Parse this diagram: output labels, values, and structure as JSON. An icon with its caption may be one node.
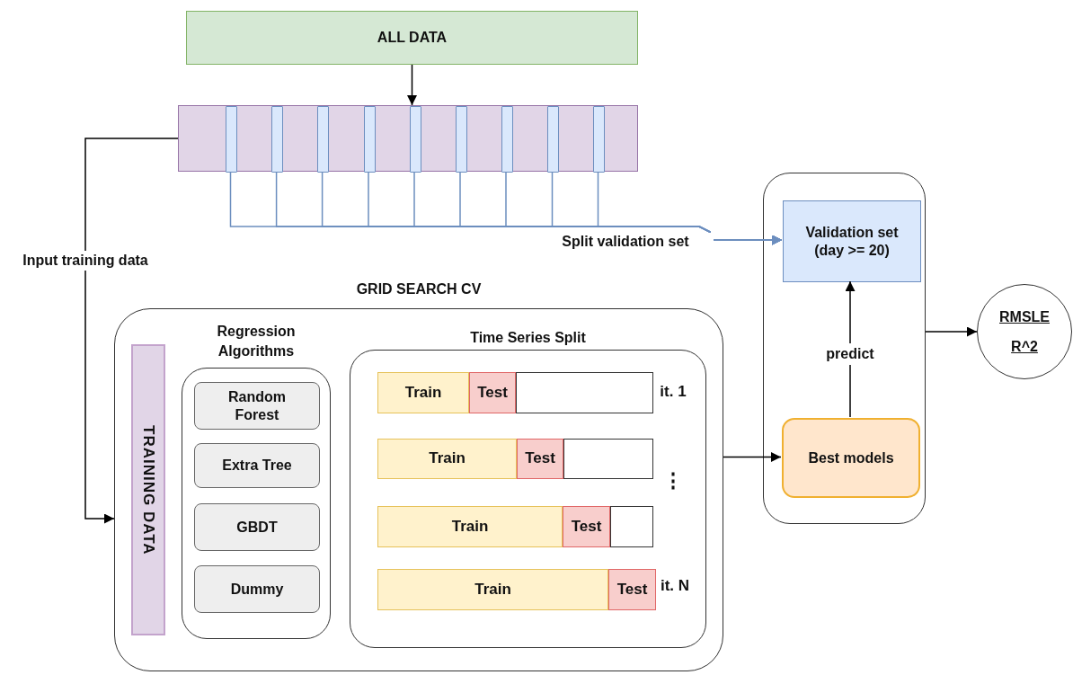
{
  "diagram": {
    "nodes": [
      {
        "text": [
          "ALL DATA"
        ]
      },
      {
        "text": [],
        "shape": "bar"
      },
      {
        "text": [],
        "shape": "box",
        "in": 1
      },
      {
        "text": [],
        "shape": "box",
        "in": 1
      },
      {
        "text": [],
        "shape": "box",
        "in": 1
      },
      {
        "text": [],
        "shape": "box",
        "in": 1
      },
      {
        "text": [],
        "shape": "box",
        "in": 1
      },
      {
        "text": [],
        "shape": "box",
        "in": 1
      },
      {
        "text": [],
        "shape": "box",
        "in": 1
      },
      {
        "text": [],
        "shape": "box",
        "in": 1
      },
      {
        "text": [],
        "shape": "box",
        "in": 1
      },
      {
        "text": [
          "GRID SEARCH CV"
        ]
      },
      {
        "text": [
          "TRAINING DATA"
        ],
        "in": 11
      },
      {
        "text": [
          "Regression Algorithms"
        ],
        "in": 11
      },
      {
        "text": [
          "Random Forest"
        ],
        "in": 13
      },
      {
        "text": [
          "Extra Tree"
        ],
        "in": 13
      },
      {
        "text": [
          "GBDT"
        ],
        "in": 13
      },
      {
        "text": [
          "Dummy"
        ],
        "in": 13
      },
      {
        "text": [
          "Time Series Split"
        ],
        "in": 11
      },
      {
        "text": [
          "Train"
        ],
        "in": 18
      },
      {
        "text": [
          "Test"
        ],
        "in": 18
      },
      {
        "text": [],
        "shape": "box",
        "in": 18
      },
      {
        "text": [
          "Train"
        ],
        "in": 18
      },
      {
        "text": [
          "Test"
        ],
        "in": 18
      },
      {
        "text": [],
        "shape": "box",
        "in": 18
      },
      {
        "text": [
          "Train"
        ],
        "in": 18
      },
      {
        "text": [
          "Test"
        ],
        "in": 18
      },
      {
        "text": [],
        "shape": "box",
        "in": 18
      },
      {
        "text": [
          "Train"
        ],
        "in": 18
      },
      {
        "text": [
          "Test"
        ],
        "in": 18
      },
      {
        "text": [],
        "shape": "box"
      },
      {
        "text": [
          "Validation set (day >= 20)"
        ],
        "in": 30
      },
      {
        "text": [
          "Best models"
        ],
        "in": 30
      },
      {
        "text": [
          "RMSLE",
          "R^2"
        ]
      }
    ],
    "edges": [
      {
        "from": 0,
        "to": 1,
        "arrow": "to",
        "color": "#000000"
      },
      {
        "from": 2,
        "to": 31,
        "arrow": "to",
        "color": "#6c8ebf",
        "label": "Split validation set"
      },
      {
        "from": 3,
        "to": 31,
        "arrow": "to",
        "color": "#6c8ebf"
      },
      {
        "from": 4,
        "to": 31,
        "arrow": "to",
        "color": "#6c8ebf"
      },
      {
        "from": 5,
        "to": 31,
        "arrow": "to",
        "color": "#6c8ebf"
      },
      {
        "from": 6,
        "to": 31,
        "arrow": "to",
        "color": "#6c8ebf"
      },
      {
        "from": 7,
        "to": 31,
        "arrow": "to",
        "color": "#6c8ebf"
      },
      {
        "from": 8,
        "to": 31,
        "arrow": "to",
        "color": "#6c8ebf"
      },
      {
        "from": 9,
        "to": 31,
        "arrow": "to",
        "color": "#6c8ebf"
      },
      {
        "from": 10,
        "to": 31,
        "arrow": "to",
        "color": "#6c8ebf"
      },
      {
        "from": 1,
        "to": 11,
        "arrow": "to",
        "color": "#000000",
        "label": "Input training data"
      },
      {
        "from": 11,
        "to": 32,
        "arrow": "to",
        "color": "#000000"
      },
      {
        "from": 32,
        "to": 31,
        "arrow": "to",
        "color": "#000000",
        "label": "predict"
      },
      {
        "from": 30,
        "to": 33,
        "arrow": "to",
        "color": "#000000"
      }
    ],
    "labels": [
      "it. 1",
      "⋮",
      "it. N"
    ]
  }
}
